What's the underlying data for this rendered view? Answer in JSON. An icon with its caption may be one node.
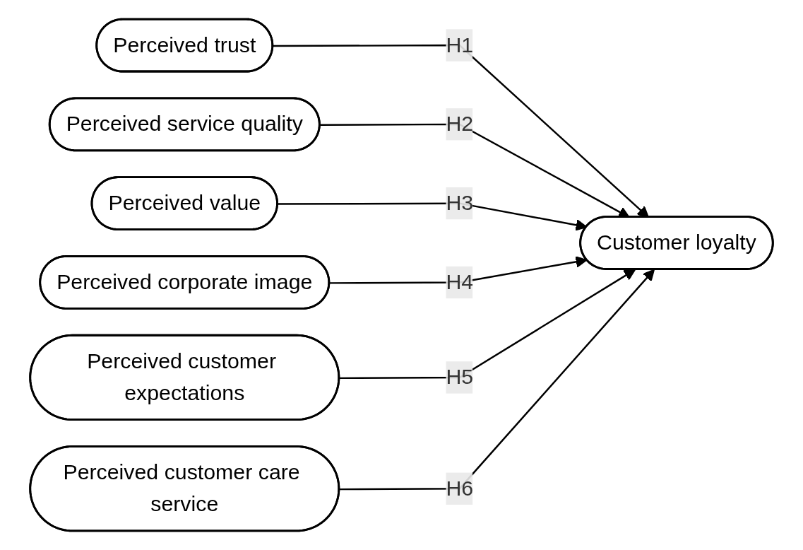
{
  "diagram": {
    "nodes": [
      {
        "text": [
          "Perceived trust"
        ]
      },
      {
        "text": [
          "Perceived service quality"
        ]
      },
      {
        "text": [
          "Perceived value"
        ]
      },
      {
        "text": [
          "Perceived corporate image"
        ]
      },
      {
        "text": [
          "Perceived customer expectations"
        ]
      },
      {
        "text": [
          "Perceived customer care service"
        ]
      },
      {
        "text": [
          "Customer loyalty"
        ]
      }
    ],
    "edges": [
      {
        "from": 0,
        "to": 6,
        "arrow": "to",
        "label": "H1"
      },
      {
        "from": 1,
        "to": 6,
        "arrow": "to",
        "label": "H2"
      },
      {
        "from": 2,
        "to": 6,
        "arrow": "to",
        "label": "H3"
      },
      {
        "from": 3,
        "to": 6,
        "arrow": "to",
        "label": "H4"
      },
      {
        "from": 4,
        "to": 6,
        "arrow": "to",
        "label": "H5"
      },
      {
        "from": 5,
        "to": 6,
        "arrow": "to",
        "label": "H6"
      }
    ]
  }
}
